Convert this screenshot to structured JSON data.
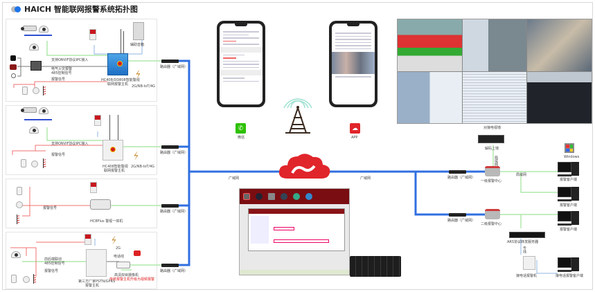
{
  "title": "HAICH 智能联网报警系统拓扑图",
  "panels": {
    "p1": {
      "onvif": "支持ONVIF协议IPC接入",
      "fire1": "电气火灾报警",
      "fire2": "485控制信号",
      "alarm": "报警信号",
      "host1": "HC408/DD808智能警视",
      "host2": "联网报警主机",
      "wireless": "2G/NB-IoT/4G",
      "speaker": "辅助音箱"
    },
    "p2": {
      "onvif": "支持ONVIF协议IPC接入",
      "alarm": "报警信号",
      "host1": "HC408智能警视",
      "host2": "联网报警主机",
      "wireless": "2G/NB-IoT/4G"
    },
    "p3": {
      "alarm": "报警信号",
      "host": "HC8Plus 警视一体机"
    },
    "p4": {
      "link1": "前后端联动",
      "link2": "485控制信号",
      "alarm": "报警信号",
      "g2": "2G",
      "phone_line": "电话线",
      "host1": "第三方厂家PSTN/GPRS",
      "host2": "报警主机",
      "cam": "高清双目摄像机",
      "upgrade": "传统报警主机升级为视频报警"
    }
  },
  "routers": [
    "路由器（广域网）",
    "路由器（广域网）",
    "路由器（广域网）",
    "路由器（广域网）",
    "路由器（广域网）",
    "路由器（广域网）"
  ],
  "wan": [
    "广域网",
    "广域网"
  ],
  "mobile": {
    "wechat": "微信",
    "app": "APP"
  },
  "center": {
    "tvwall": "对接电视墙",
    "decoder": "解码上墙",
    "lan_v": "局域网",
    "lan": "局域网",
    "level1": "一级报警中心",
    "level2": "二级报警中心",
    "windows": "Windows",
    "client": [
      "报警客户端",
      "报警客户端",
      "报警客户端"
    ],
    "ars": "ARS协议转发服务器",
    "line": "专线",
    "phone_host": "接电话报警机",
    "phone_client": "接电话报警客户端"
  },
  "colors": {
    "wan": "#2f6fe0",
    "ethernet": "#8fe08a",
    "signal": "#f06060",
    "serial": "#888888",
    "cloud": "#e0252b"
  }
}
